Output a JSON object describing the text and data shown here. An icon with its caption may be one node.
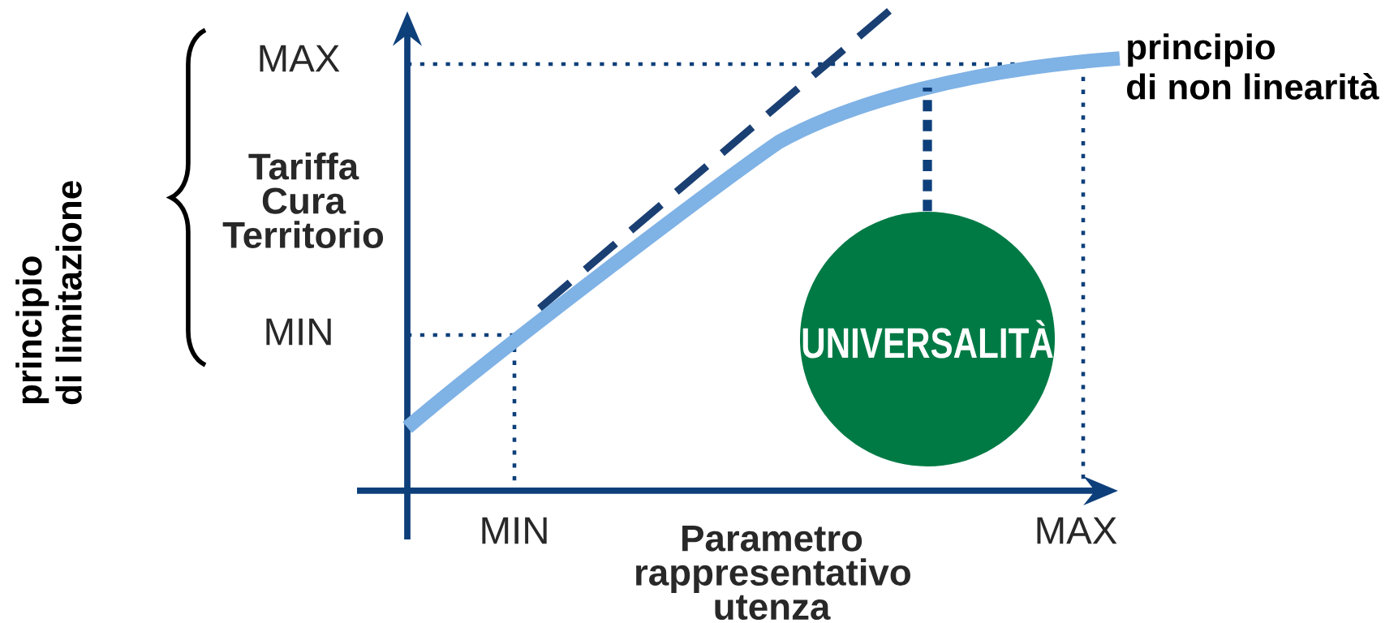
{
  "diagram": {
    "nodes": [
      {
        "text": [],
        "shape": "curve"
      },
      {
        "text": [
          "UNIVERSALITÀ"
        ]
      }
    ],
    "edges": [
      {
        "from": 1,
        "to": 0,
        "arrow": "none",
        "style": "dashed"
      }
    ],
    "labels": [
      "principio di limitazione",
      "MAX",
      "Tariffa Cura Territorio",
      "MIN",
      "principio di non linearità",
      "MIN",
      "Parametro rappresentativo utenza",
      "MAX"
    ]
  }
}
